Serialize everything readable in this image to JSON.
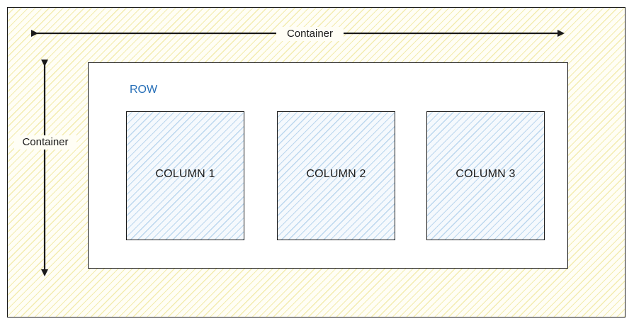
{
  "diagram": {
    "container_horizontal_label": "Container",
    "container_vertical_label": "Container",
    "row_label": "ROW",
    "columns": [
      {
        "label": "COLUMN 1"
      },
      {
        "label": "COLUMN 2"
      },
      {
        "label": "COLUMN 3"
      }
    ]
  },
  "colors": {
    "container_hatch": "#f3ecb0",
    "column_hatch": "#bcd7ee",
    "row_label": "#2870b8",
    "stroke": "#1a1a1a"
  }
}
